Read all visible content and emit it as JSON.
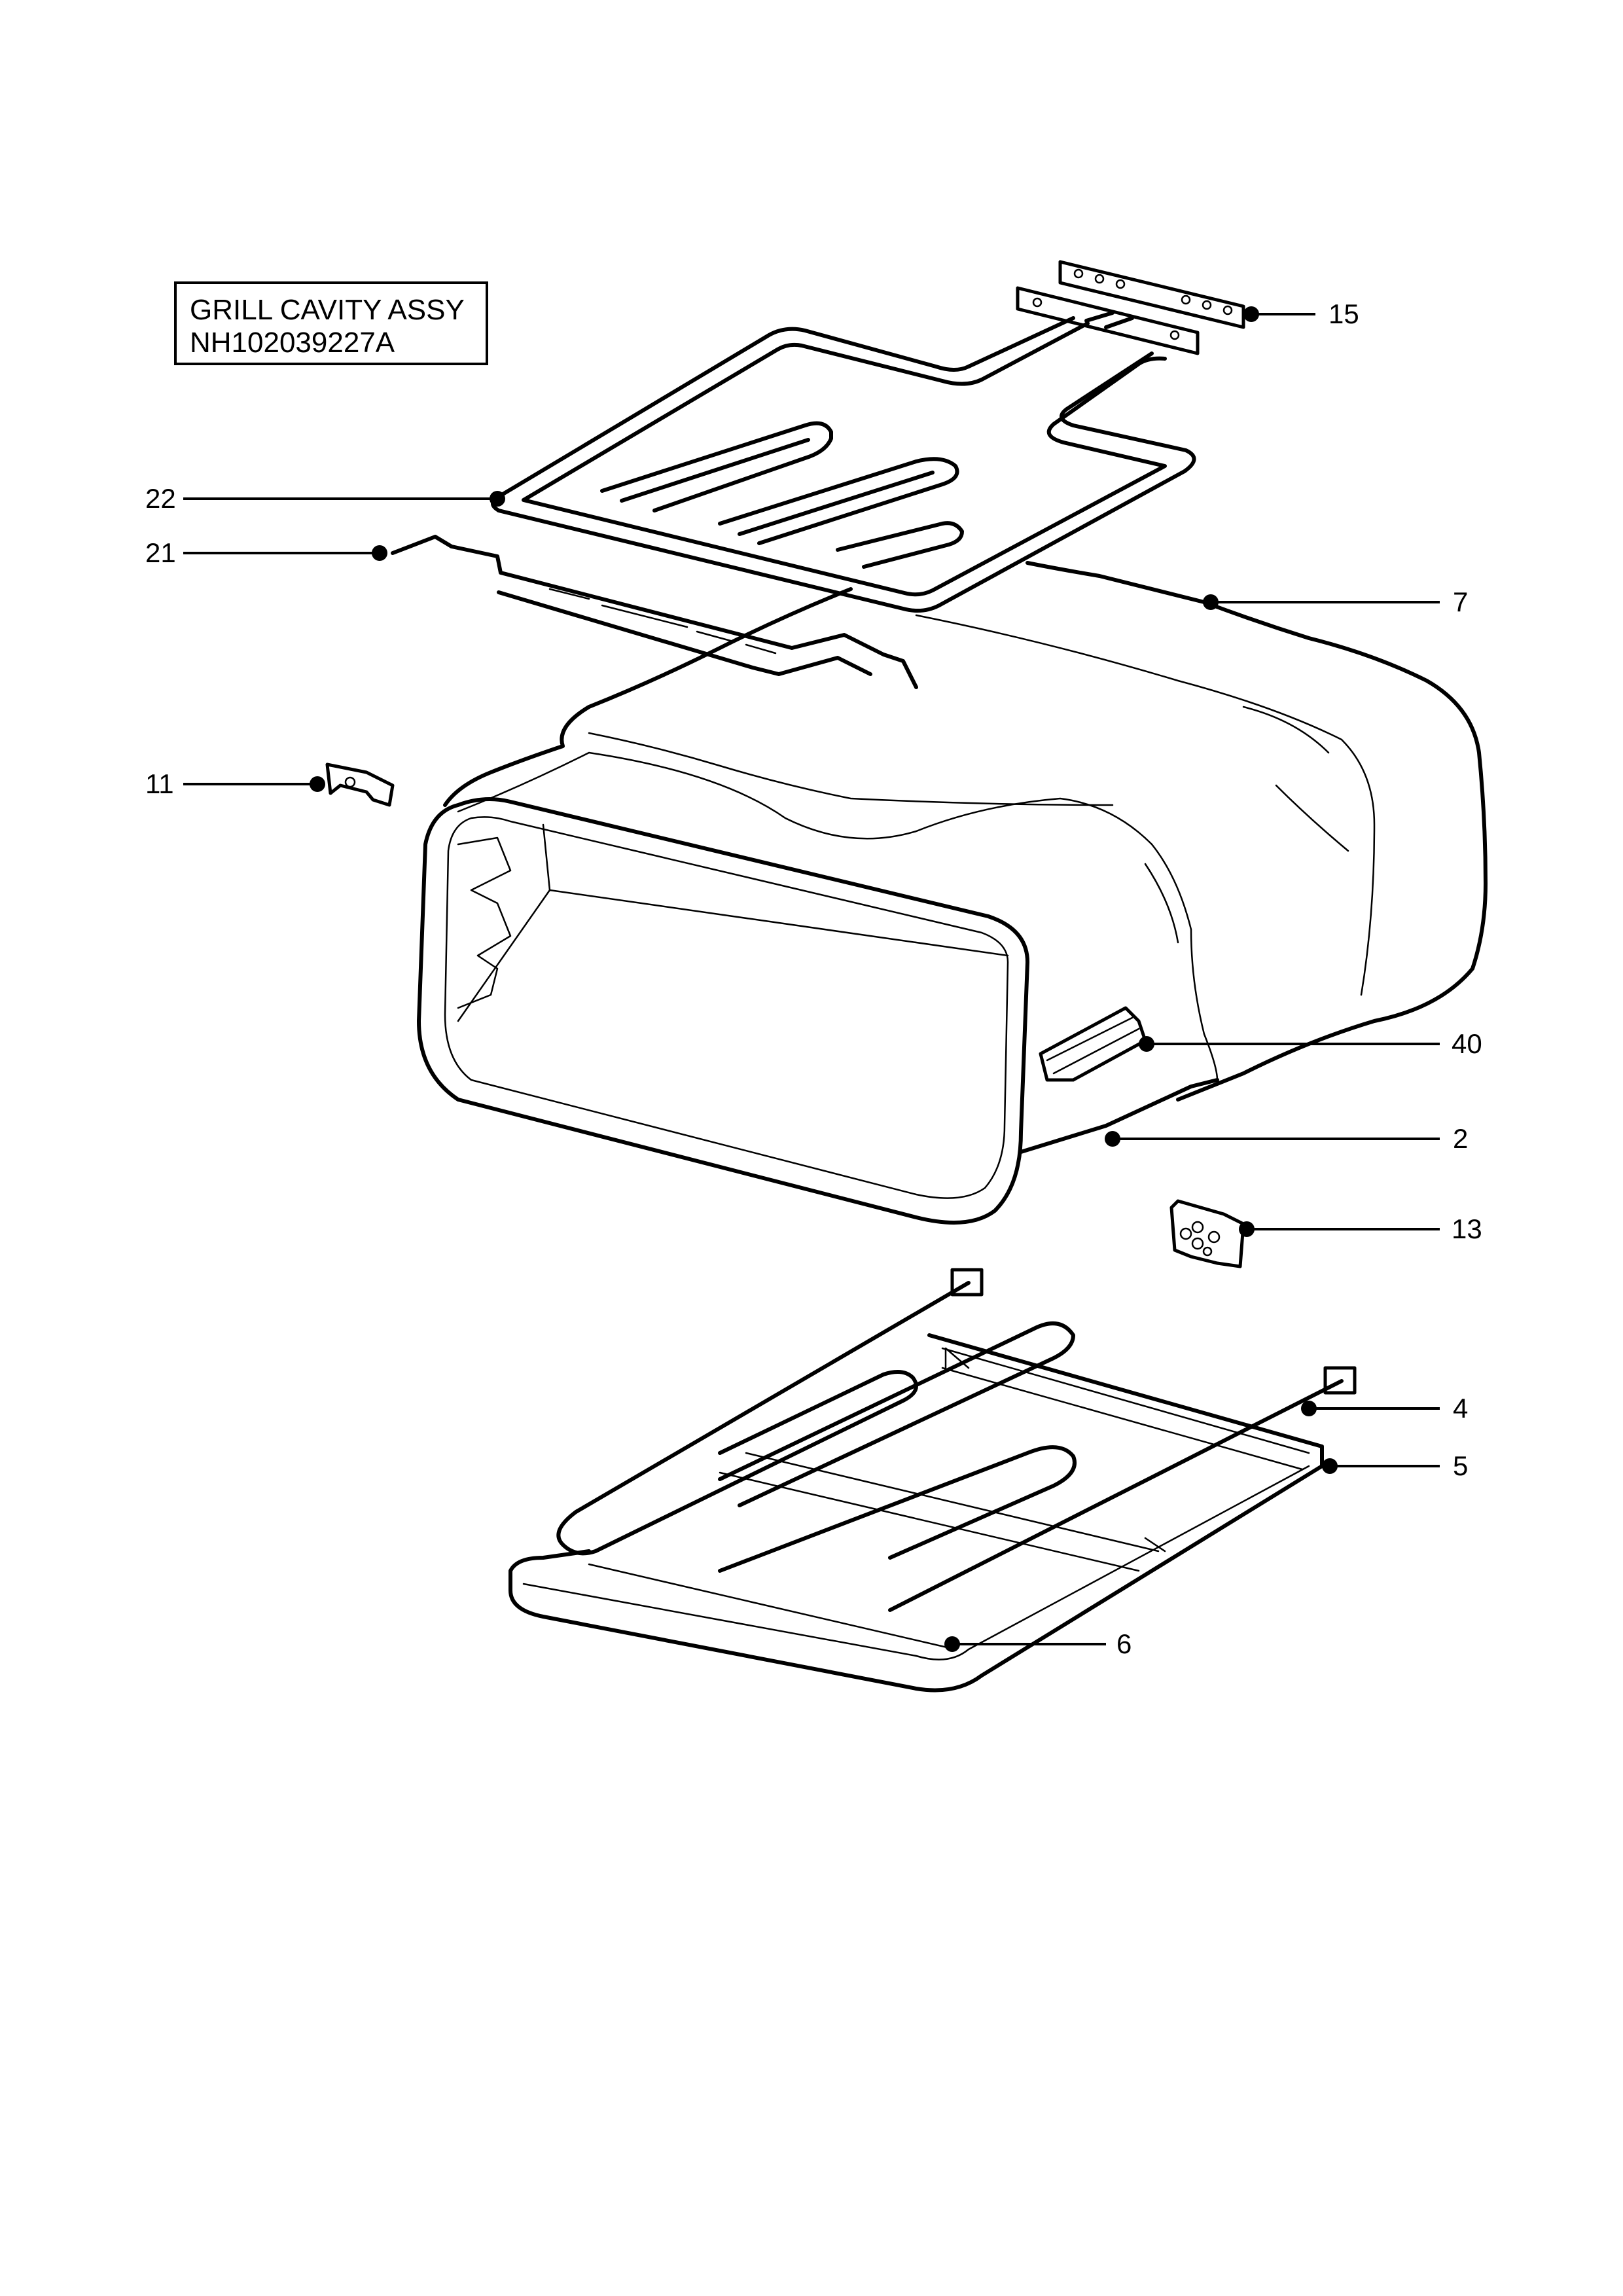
{
  "title_box": {
    "line1": "GRILL CAVITY ASSY",
    "line2": "NH102039227A"
  },
  "callouts": {
    "c15": "15",
    "c22": "22",
    "c21": "21",
    "c7": "7",
    "c11": "11",
    "c40": "40",
    "c2": "2",
    "c13": "13",
    "c4": "4",
    "c5": "5",
    "c6": "6"
  }
}
